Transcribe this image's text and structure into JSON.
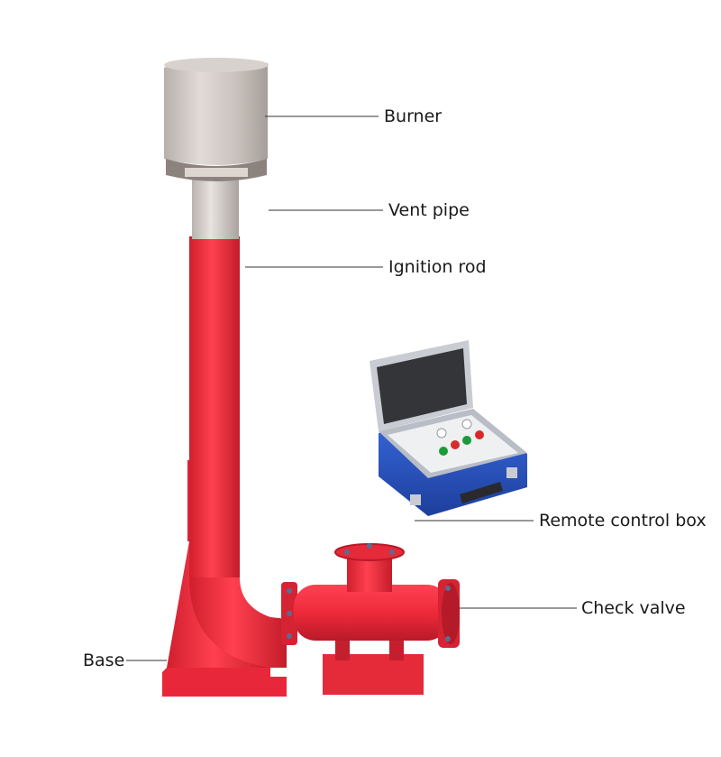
{
  "labels": {
    "burner": "Burner",
    "vent_pipe": "Vent pipe",
    "ignition_rod": "Ignition rod",
    "remote_control_box": "Remote control box",
    "check_valve": "Check valve",
    "base": "Base"
  },
  "colors": {
    "pipe_red": "#ee2a3a",
    "pipe_red_dark": "#c81f2d",
    "steel": "#c9c4c0",
    "case_blue": "#2a57c4",
    "leader_line": "#333333"
  }
}
